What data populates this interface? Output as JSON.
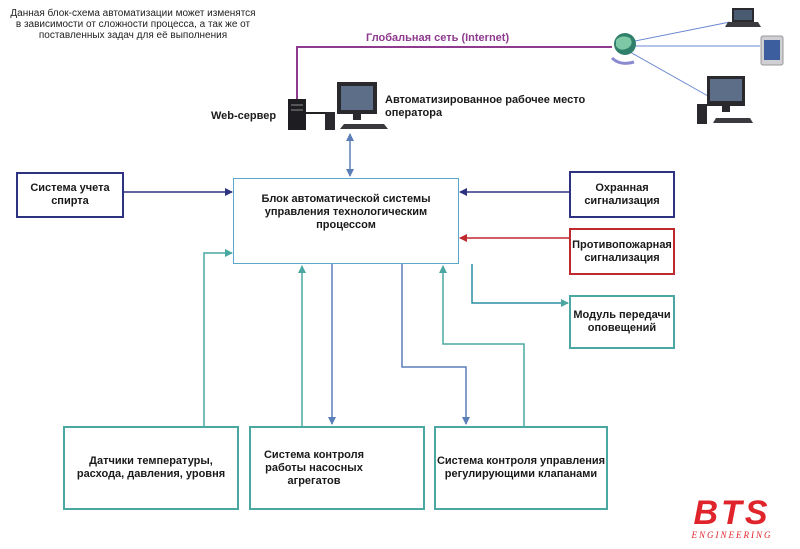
{
  "note": "Данная блок-схема автоматизации может изменятся в зависимости от сложности процесса, а так же от поставленных задач для её выполнения",
  "network": {
    "internet_label": "Глобальная сеть (Internet)",
    "web_server_label": "Web-сервер",
    "workstation_label": "Автоматизированное рабочее место оператора"
  },
  "blocks": {
    "main": "Блок автоматической системы управления технологическим процессом",
    "spirit_accounting": "Система учета спирта",
    "security_alarm": "Охранная сигнализация",
    "fire_alarm": "Противопожарная сигнализация",
    "notification_module": "Модуль передачи оповещений",
    "sensors": "Датчики температуры, расхода, давления, уровня",
    "pump_control": "Система контроля работы насосных агрегатов",
    "valve_control": "Система контроля управления регулирующими клапанами"
  },
  "logo": {
    "main": "BTS",
    "sub": "ENGINEERING"
  },
  "colors": {
    "navy": "#2d3380",
    "teal": "#4aa7a1",
    "red": "#c0292e",
    "internet_line": "#8e3a8e",
    "main_border": "#5aa7c9",
    "logo": "#e0242b"
  }
}
